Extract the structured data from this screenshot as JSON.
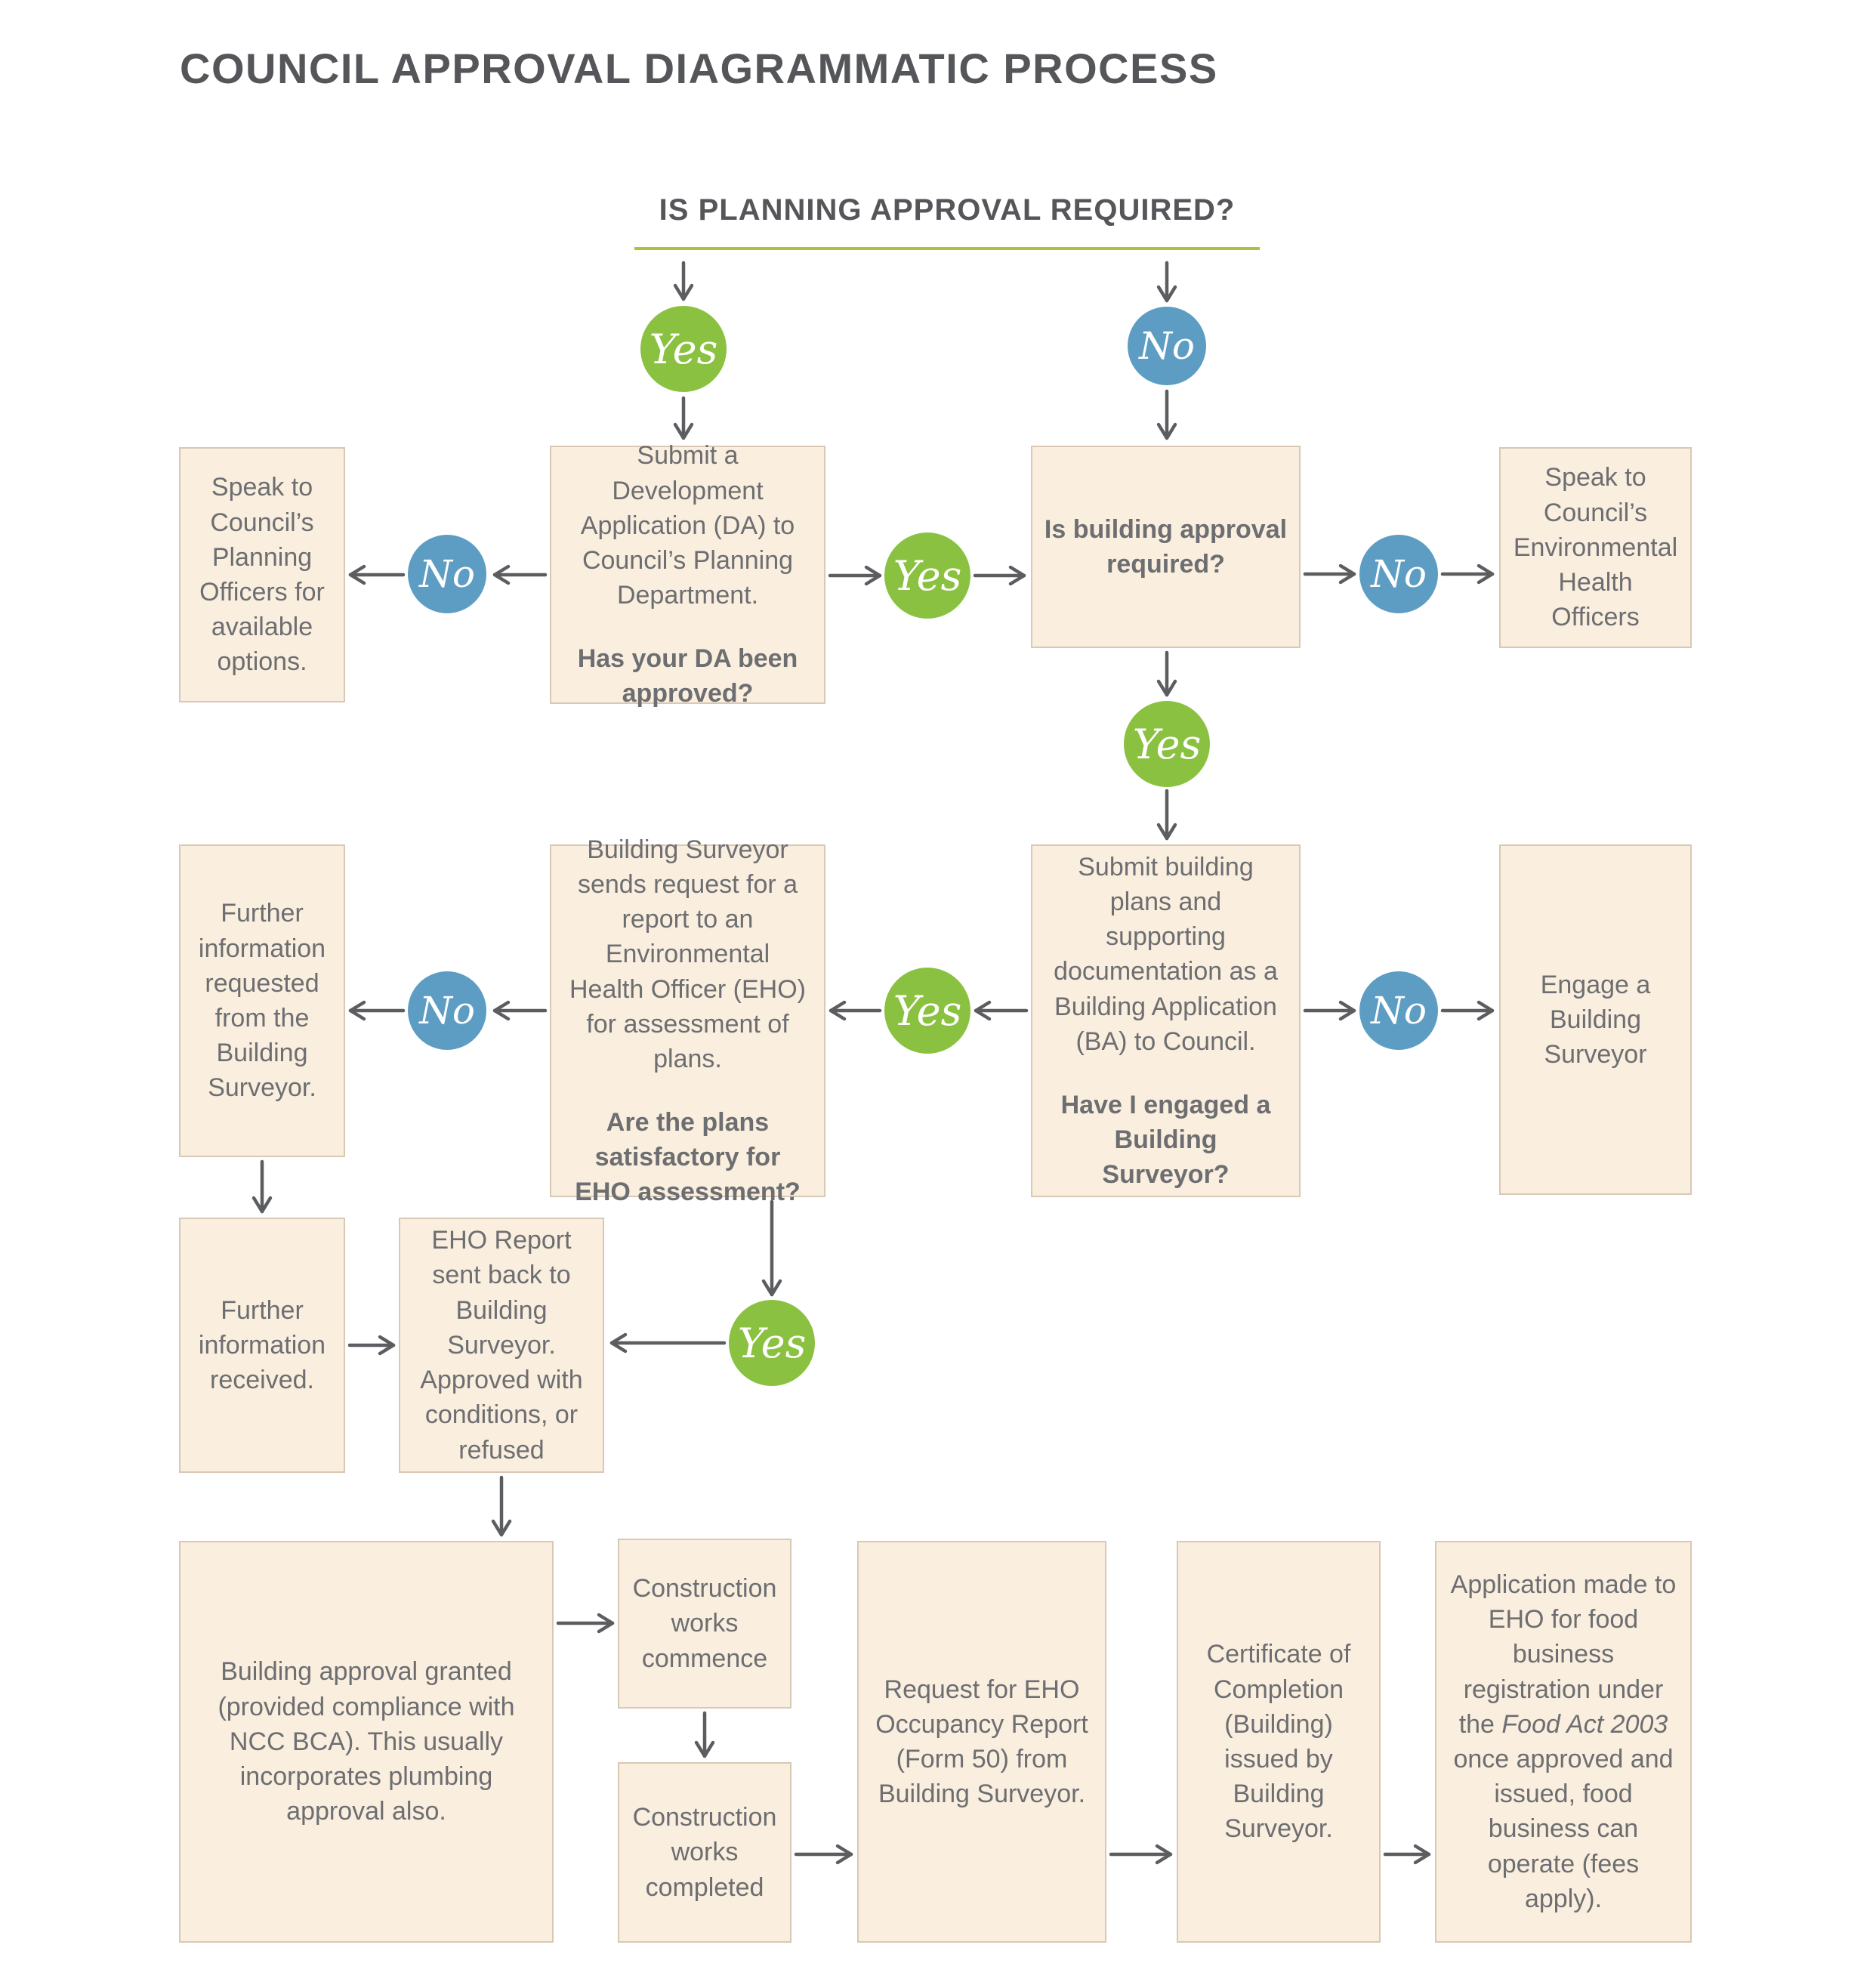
{
  "title": "COUNCIL APPROVAL DIAGRAMMATIC PROCESS",
  "question_header": "IS PLANNING APPROVAL REQUIRED?",
  "labels": {
    "yes": "Yes",
    "no": "No"
  },
  "colors": {
    "box_fill": "#FAEEDE",
    "box_border": "#D8C8B4",
    "yes_green": "#8BC140",
    "no_blue": "#5E9DC3",
    "arrow": "#5B5D60",
    "text": "#6D6E71",
    "heading": "#54565A",
    "underline": "#A9C23F",
    "background": "#FFFFFF"
  },
  "nodes": {
    "speak_planning": "Speak to Council’s Planning Officers for available options.",
    "submit_da": {
      "body": "Submit a Development Application (DA) to Council’s Planning Department.",
      "question": "Has your DA been approved?"
    },
    "building_approval_q": "Is building approval required?",
    "speak_eho": "Speak to Council’s Environmental Health Officers",
    "submit_ba": {
      "body": "Submit building plans and supporting documentation as a Building Application (BA) to Council.",
      "question": "Have I engaged a Building Surveyor?"
    },
    "engage_surveyor": "Engage a Building Surveyor",
    "surveyor_request": {
      "body": "Building Surveyor sends request for a report to an Environmental Health Officer (EHO) for assessment of plans.",
      "question": "Are the plans satisfactory for EHO assessment?"
    },
    "further_info_requested": "Further information requested from the Building Surveyor.",
    "further_info_received": "Further information received.",
    "eho_report": "EHO Report sent back to Building Surveyor. Approved with conditions, or refused",
    "approval_granted": "Building approval granted (provided compliance with NCC BCA). This usually incorporates plumbing approval also.",
    "construction_commence": "Construction works commence",
    "construction_completed": "Construction works completed",
    "occupancy_report": "Request for EHO Occupancy Report (Form 50) from Building Surveyor.",
    "certificate_completion": "Certificate of Completion (Building) issued by Building Surveyor.",
    "food_registration": {
      "pre": "Application made to EHO for food business registration under the ",
      "italic": "Food Act 2003",
      "post": " once approved and issued, food business can operate (fees apply)."
    }
  }
}
